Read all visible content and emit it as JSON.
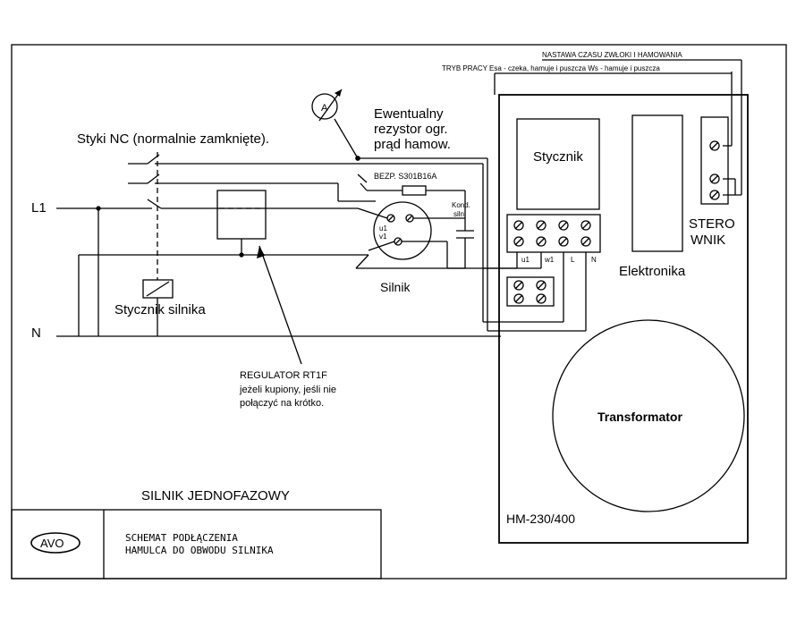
{
  "labels": {
    "settings_line1": "NASTAWA CZASU ZWŁOKI I HAMOWANIA",
    "settings_line2": "TRYB PRACY Esa - czeka, hamuje i puszcza Ws - hamuje i puszcza",
    "ammeter": "A",
    "resistor_line1": "Ewentualny",
    "resistor_line2": "rezystor ogr.",
    "resistor_line3": "prąd hamow.",
    "contacts_nc": "Styki NC (normalnie zamknięte).",
    "fuse": "BEZP. S301B16A",
    "capacitor_line1": "Kond.",
    "capacitor_line2": "siln.",
    "motor_u1": "u1",
    "motor_v1": "v1",
    "motor": "Silnik",
    "motor_contactor": "Stycznik silnika",
    "line_l1": "L1",
    "line_n": "N",
    "regulator_line1": "REGULATOR RT1F",
    "regulator_line2": "jeżeli kupiony, jeśli nie",
    "regulator_line3": "połączyć na krótko.",
    "device_contactor": "Stycznik",
    "device_electronics": "Elektronika",
    "device_transformer": "Transformator",
    "device_model": "HM-230/400",
    "terminal_u1": "u1",
    "terminal_w1": "w1",
    "terminal_l": "L",
    "terminal_n": "N",
    "stero_line1": "STERO",
    "stero_line2": "WNIK",
    "title": "SILNIK JEDNOFAZOWY",
    "logo": "AVO",
    "scheme_line1": "SCHEMAT PODŁĄCZENIA",
    "scheme_line2": "HAMULCA DO OBWODU SILNIKA"
  }
}
